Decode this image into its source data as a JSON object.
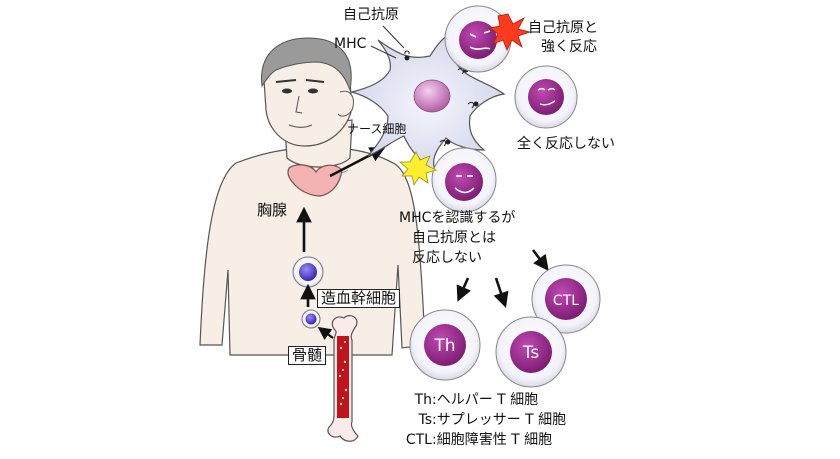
{
  "labels": {
    "self_antigen": "自己抗原",
    "mhc": "MHC",
    "nurse_cell": "ナース細胞",
    "strong_react_line1": "自己抗原と",
    "strong_react_line2": "強く反応",
    "no_react": "全く反応しない",
    "thymus": "胸腺",
    "stem_cell": "造血幹細胞",
    "bone_marrow": "骨髄",
    "recognize_line1": "MHCを認識するが",
    "recognize_line2": "自己抗原とは",
    "recognize_line3": "反応しない"
  },
  "cells": {
    "th": "Th",
    "ts": "Ts",
    "ctl": "CTL"
  },
  "legend": [
    {
      "abbr": "Th",
      "sep": ":",
      "desc": "ヘルパー T 細胞"
    },
    {
      "abbr": "Ts",
      "sep": ":",
      "desc": "サプレッサー T 細胞"
    },
    {
      "abbr": "CTL",
      "sep": ":",
      "desc": "細胞障害性 T 細胞"
    }
  ],
  "colors": {
    "skin": "#f7eee6",
    "thymus": "#f3b3b3",
    "nucleus_purple": "#9a2a8c",
    "cell_membrane": "#e9e9f5",
    "nurse_cell": "#dcdff0",
    "bone_marrow": "#c0141a",
    "stem_cell": "#5a3fd6",
    "star_red": "#ff3a1e",
    "star_yellow": "#ffee30"
  }
}
